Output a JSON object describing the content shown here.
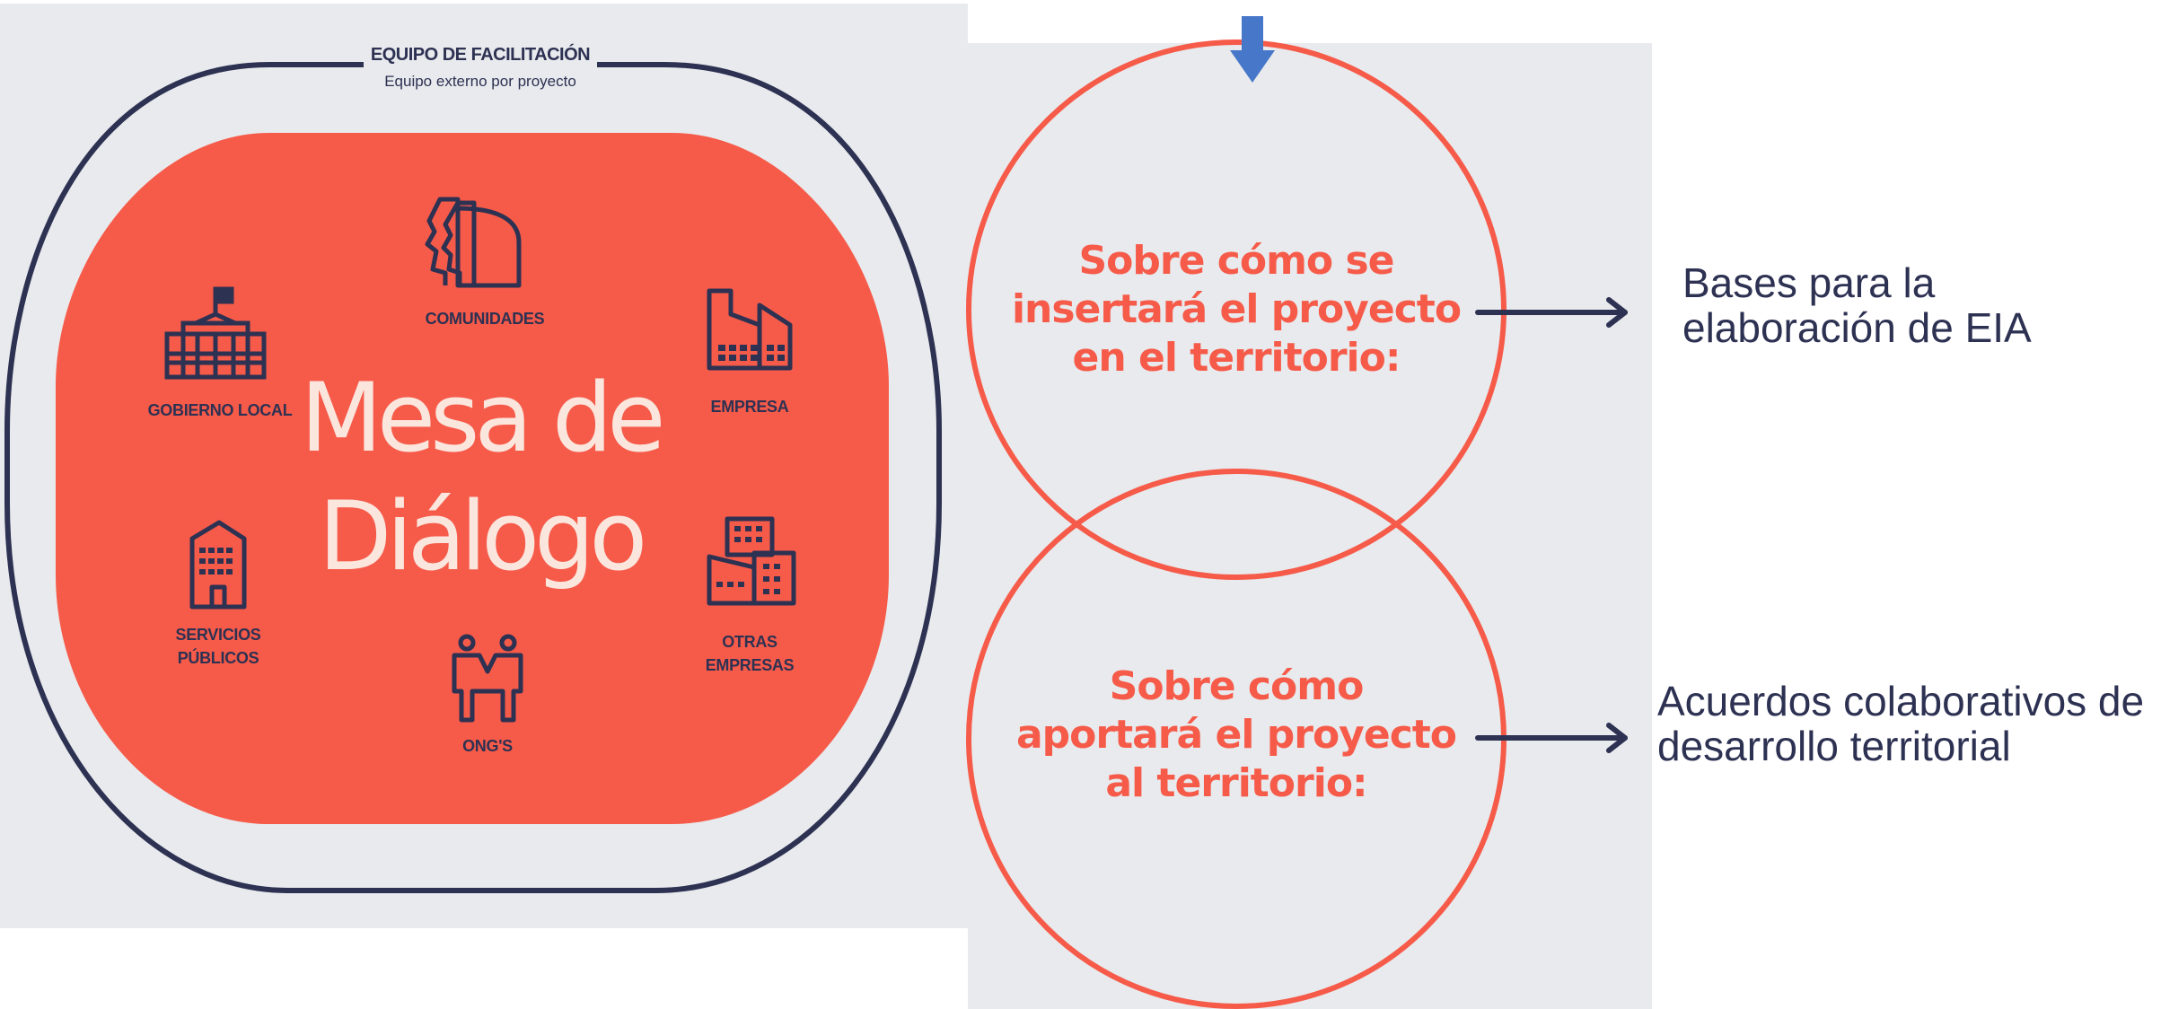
{
  "facilitation": {
    "title": "EQUIPO DE FACILITACIÓN",
    "subtitle": "Equipo externo por proyecto"
  },
  "mesa": {
    "title_line1": "Mesa de",
    "title_line2": "Diálogo"
  },
  "actors": {
    "comunidades": "COMUNIDADES",
    "gobierno_local": "GOBIERNO LOCAL",
    "empresa": "EMPRESA",
    "servicios_line1": "SERVICIOS",
    "servicios_line2": "PÚBLICOS",
    "otras_line1": "OTRAS",
    "otras_line2": "EMPRESAS",
    "ongs": "ONG'S"
  },
  "circles": {
    "top": {
      "line1": "Sobre cómo se",
      "line2": "insertará el proyecto",
      "line3": "en el territorio:"
    },
    "bottom": {
      "line1": "Sobre cómo",
      "line2": "aportará el proyecto",
      "line3": "al territorio:"
    }
  },
  "outcomes": {
    "top": {
      "line1": "Bases para la",
      "line2": "elaboración de EIA"
    },
    "bottom": {
      "line1": "Acuerdos colaborativos de",
      "line2": "desarrollo territorial"
    }
  },
  "colors": {
    "background_panel": "#e8eaed",
    "dialog_fill": "#f65b4a",
    "navy": "#2d3152",
    "circle_stroke": "#f65b4a",
    "down_arrow": "#4677c8"
  },
  "icons": [
    "people-icon",
    "town-hall-icon",
    "factory-icon",
    "building-icon",
    "offices-icon",
    "couple-icon",
    "down-arrow-icon",
    "right-arrow-icon"
  ]
}
